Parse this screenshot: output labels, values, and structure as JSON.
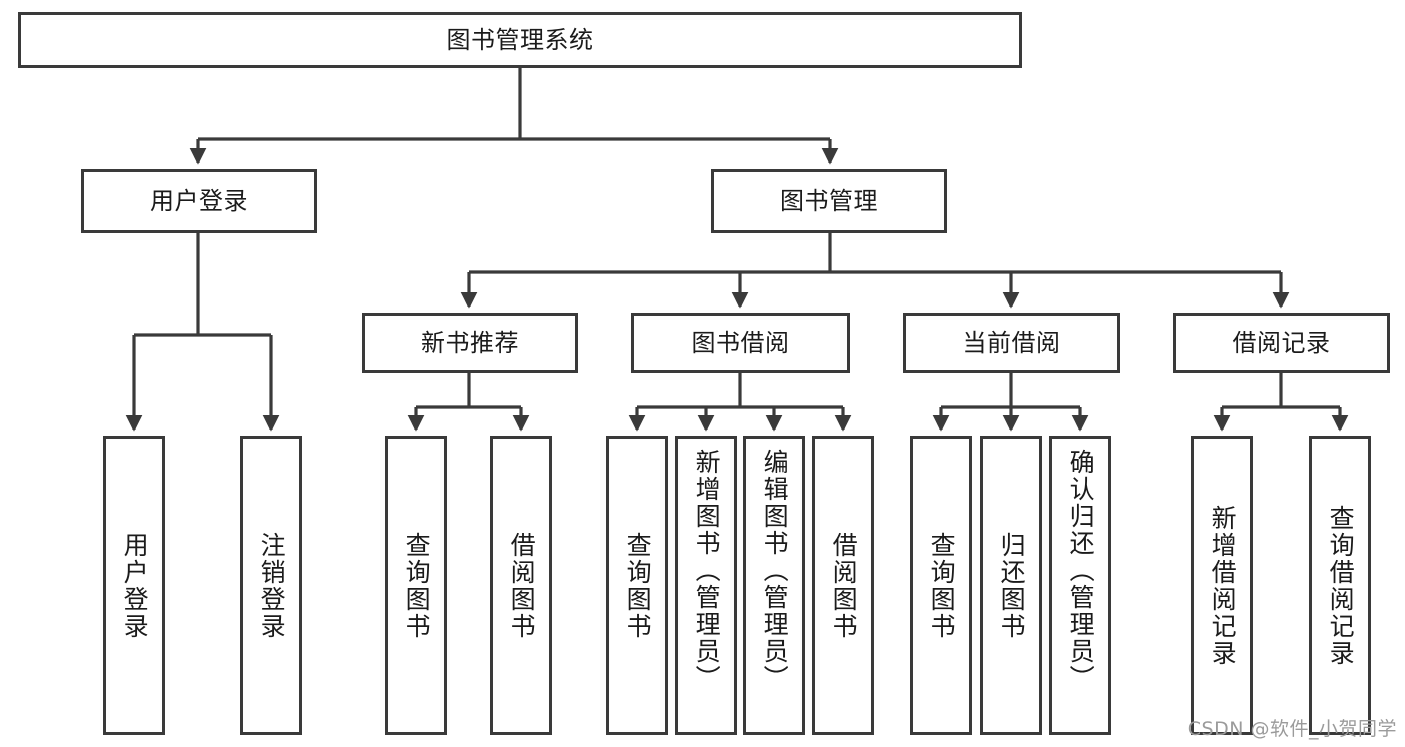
{
  "diagram": {
    "title": "图书管理系统",
    "type": "hierarchy-tree",
    "root": {
      "id": "root",
      "label": "图书管理系统"
    },
    "level2": [
      {
        "id": "user-login",
        "label": "用户登录"
      },
      {
        "id": "book-management",
        "label": "图书管理"
      }
    ],
    "level3": [
      {
        "id": "new-book-recommend",
        "label": "新书推荐",
        "parent": "book-management"
      },
      {
        "id": "book-borrow",
        "label": "图书借阅",
        "parent": "book-management"
      },
      {
        "id": "current-borrow",
        "label": "当前借阅",
        "parent": "book-management"
      },
      {
        "id": "borrow-record",
        "label": "借阅记录",
        "parent": "book-management"
      }
    ],
    "leaves": [
      {
        "id": "leaf-user-login",
        "label": "用户登录",
        "parent": "user-login"
      },
      {
        "id": "leaf-logout-login",
        "label": "注销登录",
        "parent": "user-login"
      },
      {
        "id": "leaf-query-book-1",
        "label": "查询图书",
        "parent": "new-book-recommend"
      },
      {
        "id": "leaf-borrow-book-1",
        "label": "借阅图书",
        "parent": "new-book-recommend"
      },
      {
        "id": "leaf-query-book-2",
        "label": "查询图书",
        "parent": "book-borrow"
      },
      {
        "id": "leaf-add-book",
        "label": "新增图书（管理员）",
        "parent": "book-borrow"
      },
      {
        "id": "leaf-edit-book",
        "label": "编辑图书（管理员）",
        "parent": "book-borrow"
      },
      {
        "id": "leaf-borrow-book-2",
        "label": "借阅图书",
        "parent": "book-borrow"
      },
      {
        "id": "leaf-query-book-3",
        "label": "查询图书",
        "parent": "current-borrow"
      },
      {
        "id": "leaf-return-book",
        "label": "归还图书",
        "parent": "current-borrow"
      },
      {
        "id": "leaf-confirm-return",
        "label": "确认归还（管理员）",
        "parent": "current-borrow"
      },
      {
        "id": "leaf-add-record",
        "label": "新增借阅记录",
        "parent": "borrow-record"
      },
      {
        "id": "leaf-query-record",
        "label": "查询借阅记录",
        "parent": "borrow-record"
      }
    ],
    "colors": {
      "stroke": "#3a3a3a",
      "text": "#1b1b1b",
      "background": "#ffffff",
      "watermark": "#9b9b9b"
    }
  },
  "watermark": {
    "text": "CSDN @软件_小贺同学"
  }
}
